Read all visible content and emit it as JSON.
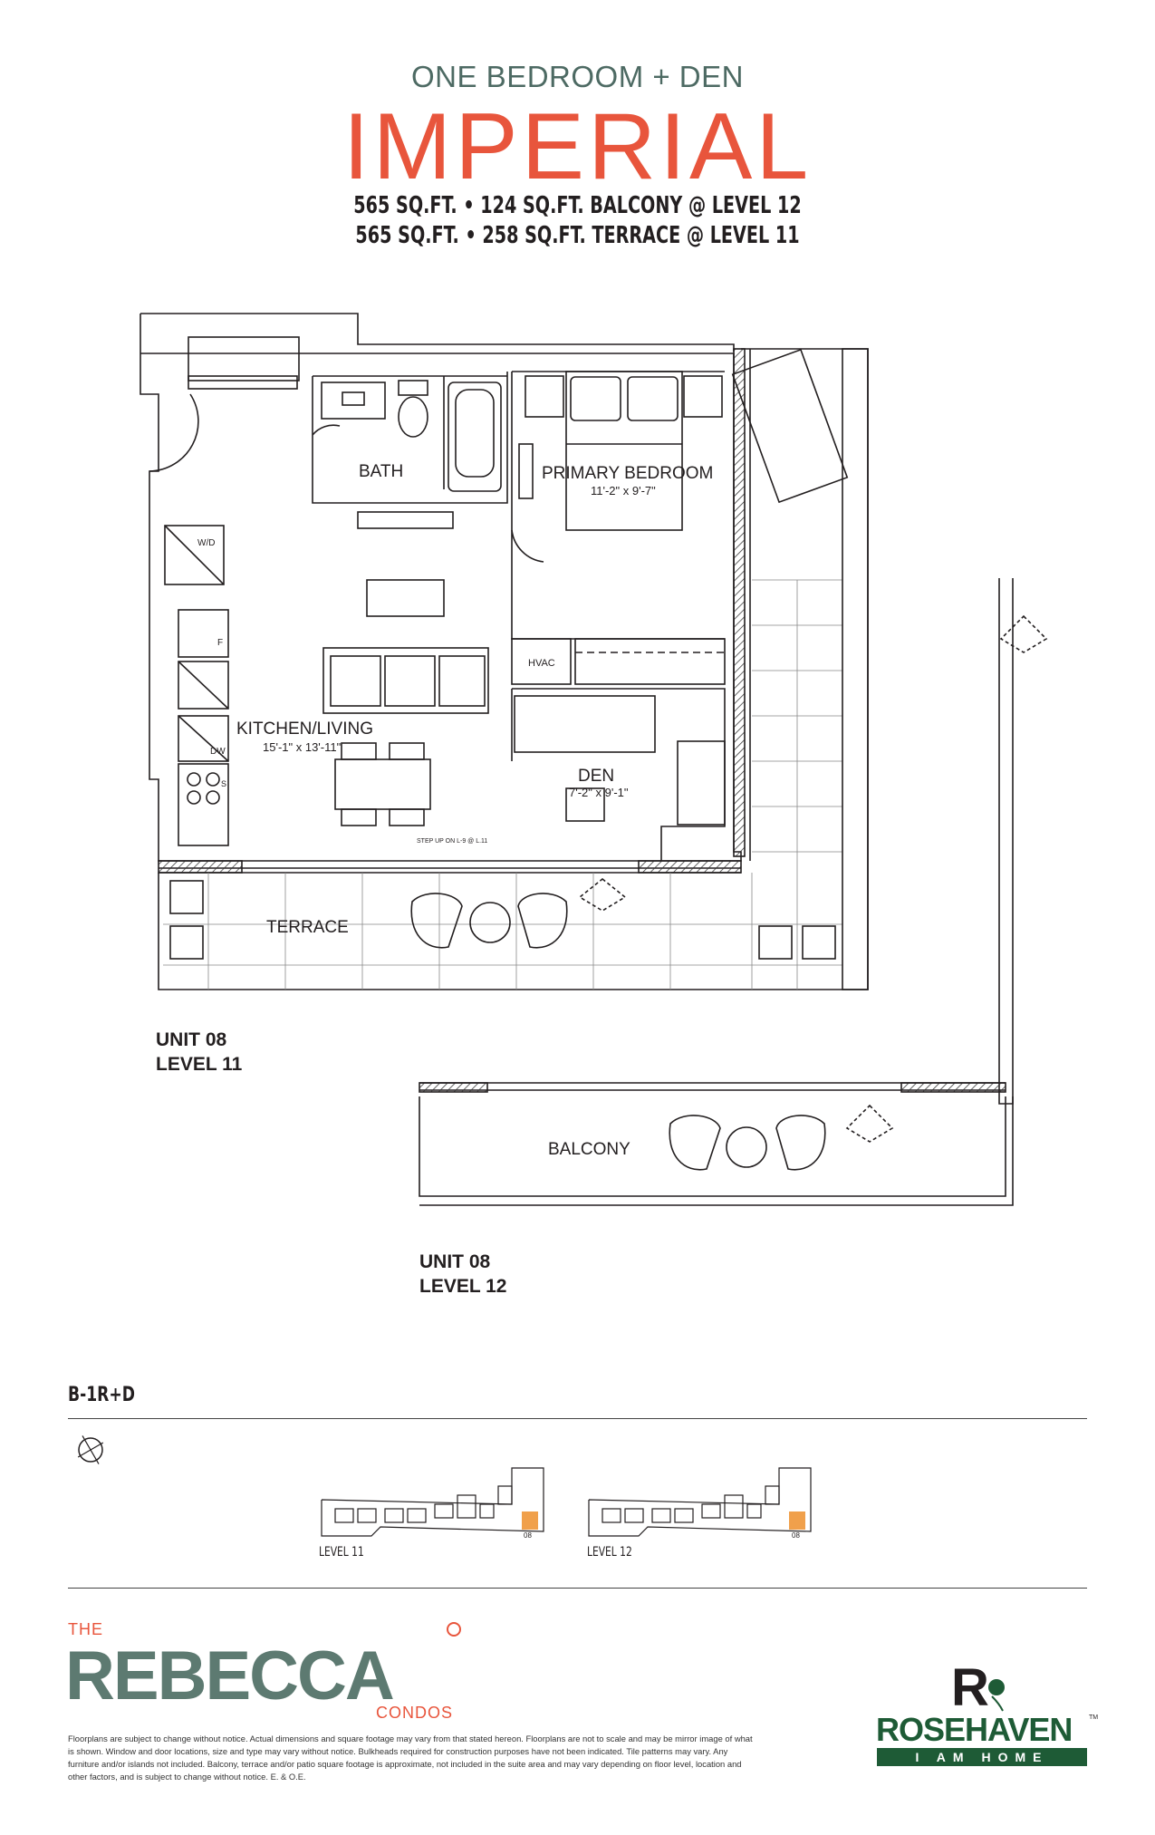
{
  "header": {
    "subtitle": "ONE BEDROOM + DEN",
    "title": "IMPERIAL",
    "area_line_1": "565 SQ.FT. • 124 SQ.FT. BALCONY @ LEVEL 12",
    "area_line_2": "565 SQ.FT. • 258 SQ.FT. TERRACE @ LEVEL 11"
  },
  "rooms": {
    "bath": "BATH",
    "primary_bedroom": "PRIMARY BEDROOM",
    "primary_bedroom_dim": "11'-2\" x 9'-7\"",
    "kitchen_living": "KITCHEN/LIVING",
    "kitchen_living_dim": "15'-1\" x 13'-11\"",
    "den": "DEN",
    "den_dim": "7'-2\" x 9'-1\"",
    "terrace": "TERRACE",
    "balcony": "BALCONY",
    "wd": "W/D",
    "hvac": "HVAC",
    "fridge": "F",
    "dw": "DW",
    "sink": "S",
    "step_note": "STEP UP ON L-9 @ L.11"
  },
  "units": {
    "level11_unit": "UNIT 08",
    "level11_level": "LEVEL 11",
    "level12_unit": "UNIT 08",
    "level12_level": "LEVEL 12"
  },
  "suite_code": "B-1R+D",
  "keyplans": {
    "level11_label": "LEVEL 11",
    "level12_label": "LEVEL 12",
    "unit_marker": "08",
    "highlight_color": "#f0a04b"
  },
  "branding": {
    "the": "THE",
    "name": "REBECCA",
    "condos": "CONDOS",
    "developer": "ROSEHAVEN",
    "developer_tag": "I AM HOME",
    "developer_tm": "TM"
  },
  "disclaimer": "Floorplans are subject to change without notice. Actual dimensions and square footage may vary from that stated hereon. Floorplans are not to scale and may be mirror image of what is shown. Window and door locations, size and type may vary without notice. Bulkheads required for construction purposes have not been indicated. Tile patterns may vary. Any furniture and/or islands not included. Balcony, terrace and/or patio square footage is approximate, not included in the suite area and may vary depending on floor level, location and other factors, and is subject to change without notice. E. & O.E.",
  "colors": {
    "accent": "#e8553c",
    "brand_green": "#5d7a71",
    "developer_green": "#1e5b36"
  }
}
